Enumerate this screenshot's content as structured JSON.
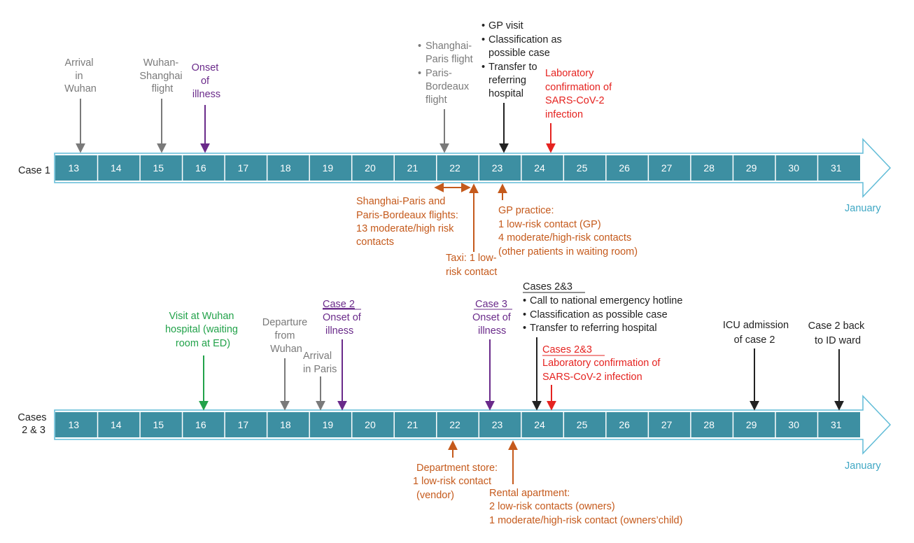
{
  "colors": {
    "bar_fill": "#3d8fa2",
    "bar_outline": "#60bcd7",
    "cell_divider": "#ffffff",
    "month": "#3fa7c4",
    "grey": "#7a7a7a",
    "purple": "#6a2a8a",
    "black": "#222222",
    "red": "#e52320",
    "orange": "#c55a1c",
    "green": "#22a24a"
  },
  "timelines": [
    {
      "row_label": [
        "Case 1"
      ],
      "days": [
        "13",
        "14",
        "15",
        "16",
        "17",
        "18",
        "19",
        "20",
        "21",
        "22",
        "23",
        "24",
        "25",
        "26",
        "27",
        "28",
        "29",
        "30",
        "31"
      ],
      "month": "January",
      "events_above": [
        {
          "lines": [
            "Arrival",
            "in",
            "Wuhan"
          ],
          "color": "grey"
        },
        {
          "lines": [
            "Wuhan-",
            "Shanghai",
            "flight"
          ],
          "color": "grey"
        },
        {
          "lines": [
            "Onset",
            "of",
            "illness"
          ],
          "color": "purple"
        },
        {
          "lines": [
            "Shanghai-",
            "Paris flight",
            "Paris-",
            "Bordeaux",
            "flight"
          ],
          "bullets": [
            true,
            false,
            true,
            false,
            false
          ],
          "color": "grey"
        },
        {
          "lines": [
            "GP visit",
            "Classification as",
            "possible case",
            "Transfer to",
            "referring",
            "hospital"
          ],
          "bullets": [
            true,
            true,
            false,
            true,
            false,
            false
          ],
          "color": "black"
        },
        {
          "lines": [
            "Laboratory",
            "confirmation of",
            "SARS-CoV-2",
            "infection"
          ],
          "color": "red"
        }
      ],
      "events_below": [
        {
          "lines": [
            "Shanghai-Paris and",
            "Paris-Bordeaux flights:",
            "13 moderate/high risk",
            "contacts"
          ],
          "color": "orange"
        },
        {
          "lines": [
            "Taxi: 1 low-",
            "risk contact"
          ],
          "color": "orange"
        },
        {
          "lines": [
            "GP practice:",
            "1 low-risk contact (GP)",
            "4 moderate/high-risk  contacts",
            "(other patients in waiting room)"
          ],
          "color": "orange"
        }
      ]
    },
    {
      "row_label": [
        "Cases",
        "2 & 3"
      ],
      "days": [
        "13",
        "14",
        "15",
        "16",
        "17",
        "18",
        "19",
        "20",
        "21",
        "22",
        "23",
        "24",
        "25",
        "26",
        "27",
        "28",
        "29",
        "30",
        "31"
      ],
      "month": "January",
      "events_above": [
        {
          "lines": [
            "Visit at Wuhan",
            "hospital (waiting",
            "room at ED)"
          ],
          "color": "green"
        },
        {
          "lines": [
            "Departure",
            "from",
            "Wuhan"
          ],
          "color": "grey"
        },
        {
          "lines": [
            "Arrival",
            "in Paris"
          ],
          "color": "grey"
        },
        {
          "lines": [
            "Case 2",
            "Onset of",
            "illness"
          ],
          "color": "purple"
        },
        {
          "lines": [
            "Case 3",
            "Onset of",
            "illness"
          ],
          "color": "purple"
        },
        {
          "lines": [
            "Cases 2&3",
            "Call to national emergency hotline",
            "Classification as possible case",
            "Transfer to referring hospital"
          ],
          "bullets": [
            false,
            true,
            true,
            true
          ],
          "color": "black"
        },
        {
          "lines": [
            "Cases 2&3",
            "Laboratory confirmation of",
            "SARS-CoV-2 infection"
          ],
          "color": "red"
        },
        {
          "lines": [
            "ICU admission",
            "of case 2"
          ],
          "color": "black"
        },
        {
          "lines": [
            "Case 2 back",
            "to ID ward"
          ],
          "color": "black"
        }
      ],
      "events_below": [
        {
          "lines": [
            "Department store:",
            "1 low-risk  contact",
            "(vendor)"
          ],
          "color": "orange"
        },
        {
          "lines": [
            "Rental apartment:",
            "2 low-risk contacts (owners)",
            "1 moderate/high-risk contact (owners’child)"
          ],
          "color": "orange"
        }
      ]
    }
  ]
}
